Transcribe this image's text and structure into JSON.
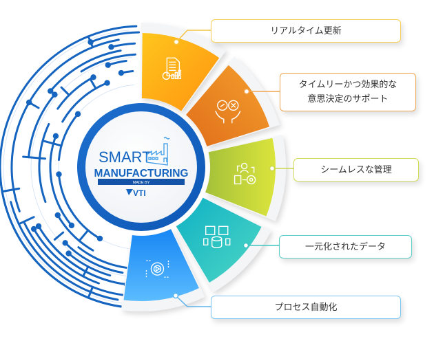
{
  "center": {
    "line1": "SMART",
    "line2": "MANUFACTURING",
    "made_by": "MADE BY",
    "brand": "VTI",
    "icon": "factory-icon",
    "ring_color": "#1565c0",
    "text_color": "#1565c0"
  },
  "circuit": {
    "color": "#1565c0",
    "icon": "circuit-board-pattern"
  },
  "segments": [
    {
      "label": "リアルタイム更新",
      "icon": "document-refresh-chart-icon",
      "color_start": "#ffc21a",
      "color_end": "#ff9a0d",
      "border": "#f6cf5a",
      "connector": "#f4c542"
    },
    {
      "label_line1": "タイムリーかつ効果的な",
      "label_line2": "意思決定のサポート",
      "icon": "hands-decision-icon",
      "color_start": "#e8741c",
      "color_end": "#f39a2a",
      "border": "#f0a650",
      "connector": "#f0a650"
    },
    {
      "label": "シームレスな管理",
      "icon": "user-workflow-gear-icon",
      "color_start": "#a8c63a",
      "color_end": "#d8e23c",
      "border": "#d2dc5c",
      "connector": "#c9d84c"
    },
    {
      "label": "一元化されたデータ",
      "icon": "database-network-icon",
      "color_start": "#12b6c2",
      "color_end": "#45d3c6",
      "border": "#5acdc7",
      "connector": "#3fc4c0"
    },
    {
      "label": "プロセス自動化",
      "icon": "gear-play-automation-icon",
      "color_start": "#1a8af5",
      "color_end": "#56b9ff",
      "border": "#7cc6f3",
      "connector": "#5ab3ea"
    }
  ]
}
